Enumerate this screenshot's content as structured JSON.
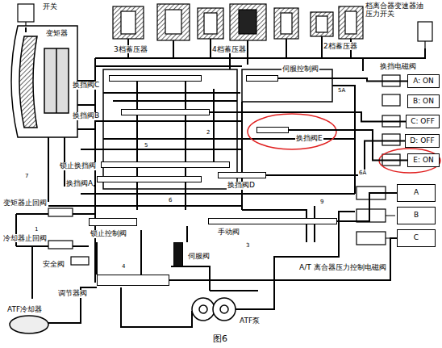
{
  "diagram": {
    "caption": "图6",
    "nodes": [
      {
        "text": [
          "换挡阀C"
        ]
      },
      {
        "text": [
          "换挡阀B"
        ]
      },
      {
        "text": [
          "伺服控制阀"
        ]
      },
      {
        "text": [
          "换挡阀E"
        ]
      },
      {
        "text": [
          "锁止换挡阀"
        ]
      },
      {
        "text": [
          "换挡阀A"
        ]
      },
      {
        "text": [
          "换挡阀D"
        ]
      },
      {
        "text": [
          "锁止控制阀"
        ]
      },
      {
        "text": [
          "手动阀"
        ]
      },
      {
        "text": [
          "伺服阀"
        ]
      },
      {
        "text": [
          "调节器阀"
        ]
      },
      {
        "text": [
          "A: ON"
        ]
      },
      {
        "text": [
          "B: ON"
        ]
      },
      {
        "text": [
          "C: OFF"
        ]
      },
      {
        "text": [
          "D: OFF"
        ]
      },
      {
        "text": [
          "E: ON"
        ]
      },
      {
        "text": [
          "A"
        ]
      },
      {
        "text": [
          "B"
        ]
      },
      {
        "text": [
          "C"
        ]
      }
    ],
    "edges": [
      {
        "from": 2,
        "to": 11,
        "arrow": "none"
      },
      {
        "from": 1,
        "to": 13,
        "arrow": "none"
      },
      {
        "from": 6,
        "to": 14,
        "arrow": "none"
      },
      {
        "from": 3,
        "to": 15,
        "arrow": "none"
      },
      {
        "from": 8,
        "to": 16,
        "arrow": "none"
      },
      {
        "from": 10,
        "to": 18,
        "arrow": "none"
      }
    ],
    "labels": [
      "开关",
      "变矩器",
      "3档蓄压器",
      "4档蓄压器",
      "2档蓄压器",
      "档离合器变速器油 压力开关",
      "换挡电磁阀",
      "变矩器止回阀",
      "冷却器止回阀",
      "安全阀",
      "ATF冷却器",
      "ATF泵",
      "A/T 离合器压力控制电磁阀",
      "5A",
      "6A",
      "7",
      "1",
      "3",
      "4",
      "9",
      "2",
      "5",
      "6"
    ]
  }
}
